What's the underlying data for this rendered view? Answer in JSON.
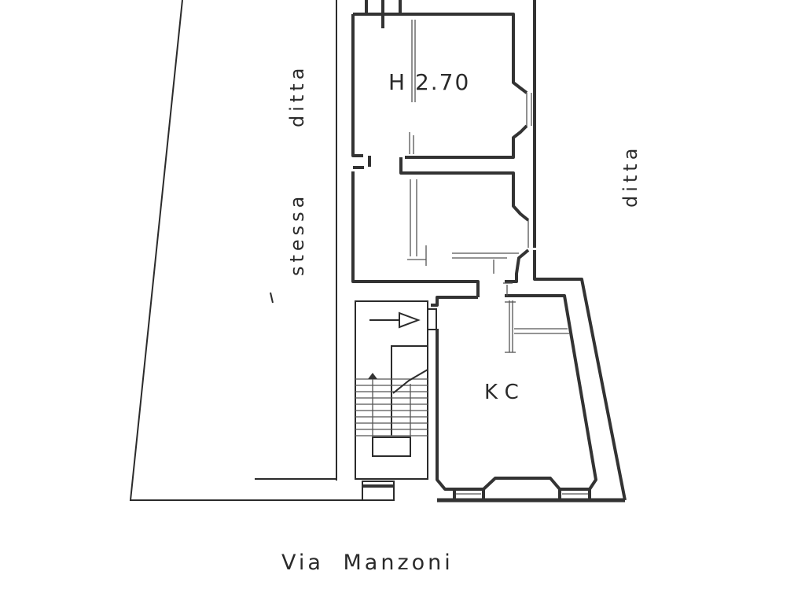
{
  "plan": {
    "street_label": "Via Manzoni",
    "left_neighbor": {
      "word1": "stessa",
      "word2": "ditta"
    },
    "right_neighbor": "ditta",
    "upper_room_label": "H 2.70",
    "ground_room_label": "KC",
    "staircase_arrow": "arrow-right-icon",
    "colors": {
      "background": "#ffffff",
      "lines": "#333333"
    }
  }
}
